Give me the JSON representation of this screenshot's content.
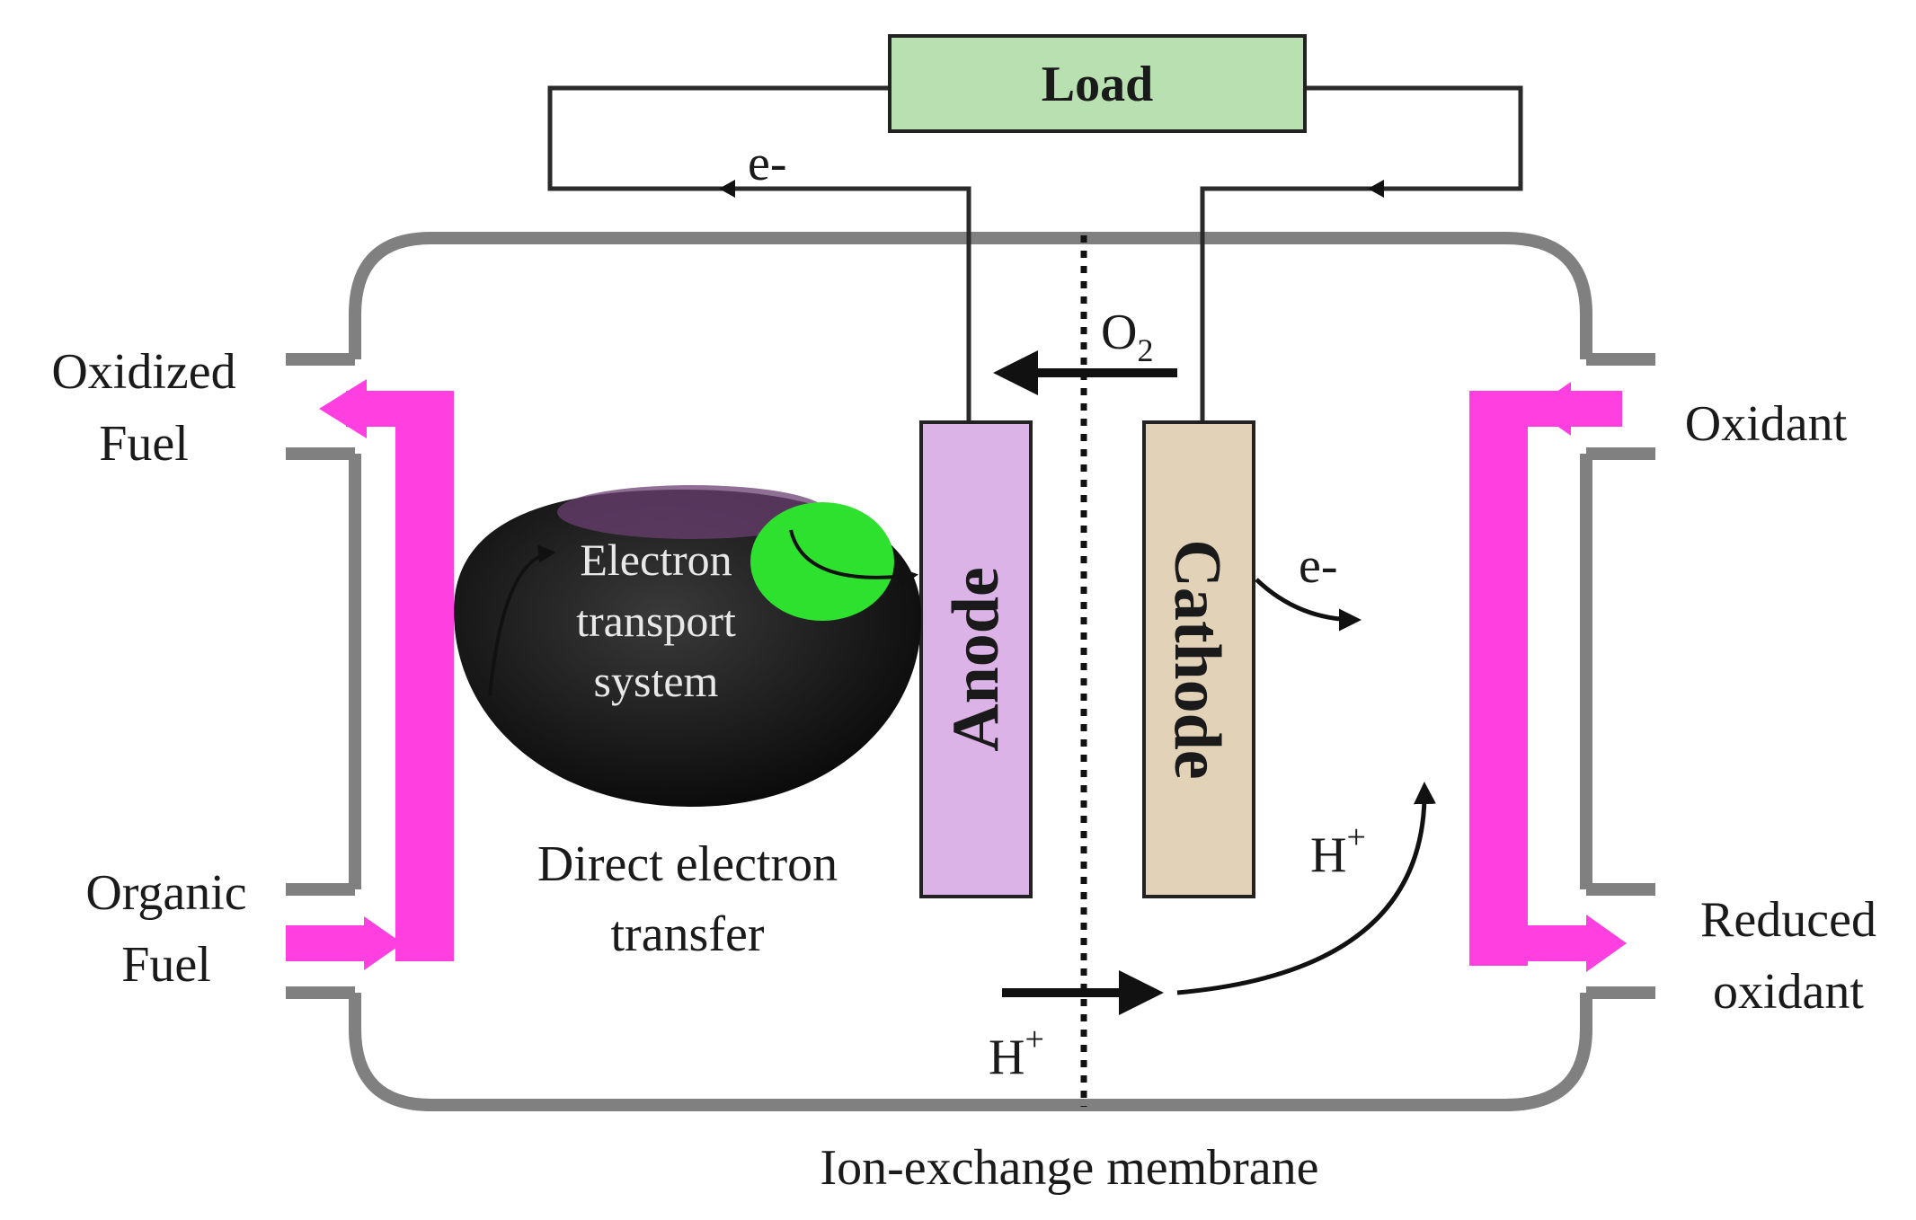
{
  "colors": {
    "chamber": "#808080",
    "wire": "#2a2a2a",
    "flow": "#ff3fe0",
    "load_fill": "#b8e0b0",
    "anode_fill": "#dbb3e6",
    "cathode_fill": "#e2d2b8",
    "bacterium": "#141414",
    "enzyme": "#2fe12f"
  },
  "labels": {
    "load": "Load",
    "anode": "Anode",
    "cathode": "Cathode",
    "e_minus_wire": "e-",
    "e_minus_cathode": "e-",
    "o2_base": "O",
    "o2_sub": "2",
    "h_upper_base": "H",
    "h_lower_base": "H",
    "h_sup": "+",
    "oxidized_fuel": [
      "Oxidized",
      "Fuel"
    ],
    "organic_fuel": [
      "Organic",
      "Fuel"
    ],
    "oxidant": "Oxidant",
    "reduced_oxidant": [
      "Reduced",
      "oxidant"
    ],
    "electron_transport": [
      "Electron",
      "transport",
      "system"
    ],
    "direct_transfer": [
      "Direct electron",
      "transfer"
    ],
    "membrane": "Ion-exchange membrane"
  }
}
